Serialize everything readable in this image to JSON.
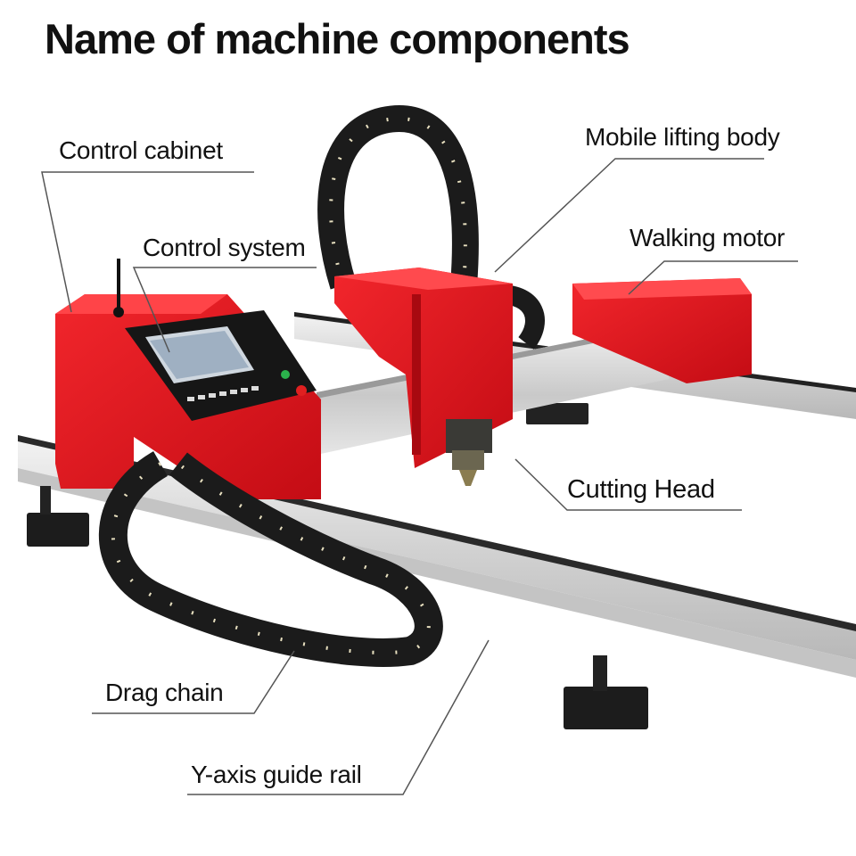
{
  "title": "Name of machine components",
  "labels": {
    "control_cabinet": "Control cabinet",
    "control_system": "Control system",
    "mobile_lifting_body": "Mobile lifting body",
    "walking_motor": "Walking motor",
    "cutting_head": "Cutting Head",
    "drag_chain": "Drag chain",
    "y_axis_guide_rail": "Y-axis guide rail"
  },
  "colors": {
    "machine_red": "#e0121a",
    "rail_silver": "#dcdcdc",
    "chain_black": "#1b1b1b",
    "leader_line": "#555555"
  }
}
